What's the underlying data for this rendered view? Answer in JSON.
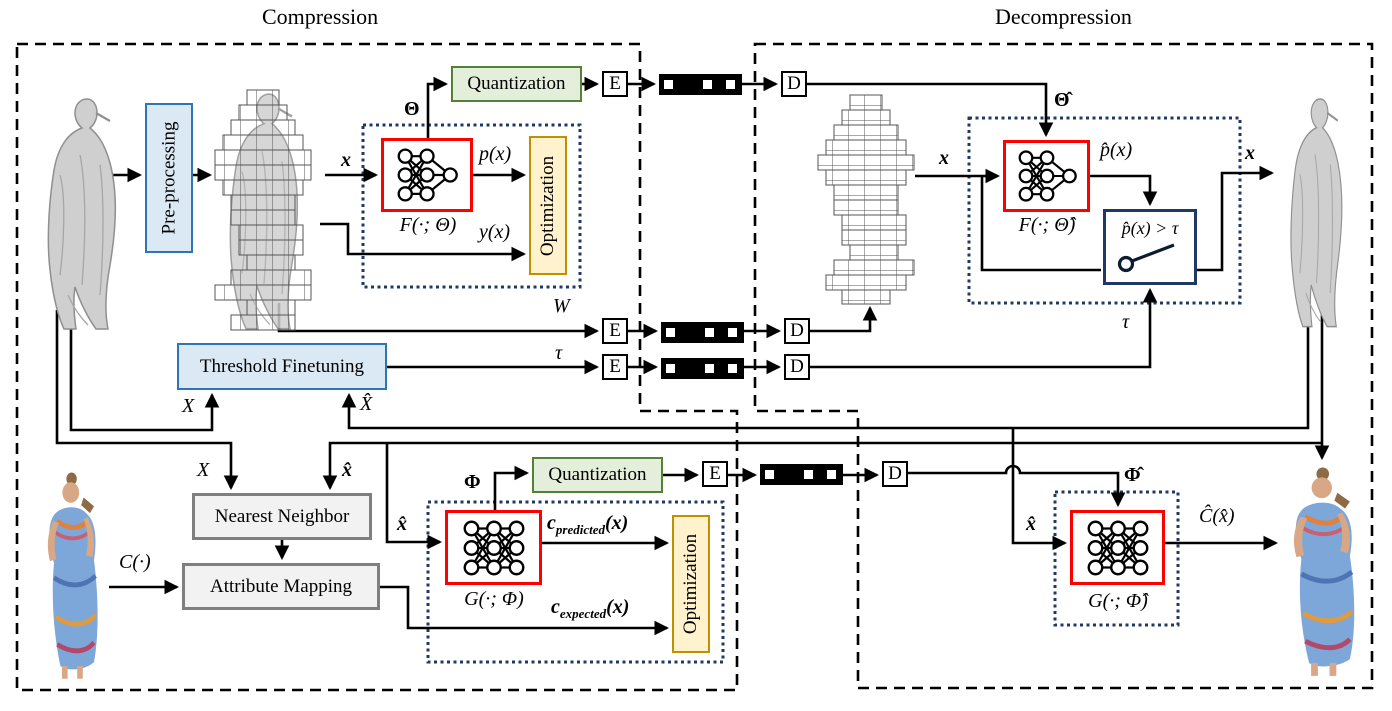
{
  "titles": {
    "compression": "Compression",
    "decompression": "Decompression"
  },
  "colors": {
    "accent_blue": "#2e75b6",
    "fill_blue": "#dbe9f5",
    "accent_green": "#548235",
    "fill_green": "#e3efda",
    "accent_gold": "#bf9000",
    "fill_gold": "#fff2cc",
    "accent_red": "#ff0000",
    "accent_navy": "#1f3864",
    "box_gray_border": "#7f7f7f",
    "box_gray_fill": "#f2f2f2",
    "line_black": "#000000"
  },
  "boxes": {
    "preprocessing": "Pre-processing",
    "quantization_geometry": "Quantization",
    "quantization_attribute": "Quantization",
    "optimization_geometry": "Optimization",
    "optimization_attribute": "Optimization",
    "threshold_finetuning": "Threshold Finetuning",
    "nearest_neighbor": "Nearest Neighbor",
    "attribute_mapping": "Attribute Mapping",
    "switch_condition": "p̂(x) > τ",
    "encoder": "E",
    "decoder": "D"
  },
  "network_labels": {
    "f_theta": "F(·; Θ)",
    "f_theta_hat": "F(·; Θ̂)",
    "g_phi": "G(·; Φ)",
    "g_phi_hat": "G(·; Φ̂)"
  },
  "signal_labels": {
    "x_geom_enc": "x",
    "x_geom_dec": "x",
    "x_geom_out": "x",
    "theta": "Θ",
    "theta_hat": "Θ̂",
    "phi": "Φ",
    "phi_hat": "Φ̂",
    "p_x": "p(x)",
    "y_x": "y(x)",
    "p_hat_x": "p̂(x)",
    "tau_encoder": "τ",
    "tau_decoder": "τ",
    "W": "W",
    "X_threshold": "X",
    "X_hat_threshold": "X̂",
    "X_nearest_neighbor": "X",
    "x_hat_nearest_neighbor": "x̂",
    "x_hat_g_input": "x̂",
    "x_hat_g_hat_input": "x̂",
    "C_input": "C(·)",
    "C_hat_output": "Ĉ(x̂)",
    "c_predicted": {
      "base": "c",
      "sub": "predicted",
      "arg": "(x)"
    },
    "c_expected": {
      "base": "c",
      "sub": "expected",
      "arg": "(x)"
    }
  },
  "icons": {
    "neural_network": "neural-network-icon",
    "switch": "switch-icon",
    "bitstream": "bitstream-icon"
  },
  "images": {
    "statue_original": "original point cloud statue",
    "statue_voxelized": "voxelized point cloud statue",
    "voxel_grid_decoded": "decoded voxel grid",
    "statue_reconstructed": "reconstructed point cloud statue",
    "woman_colored_original": "original colored point cloud",
    "woman_colored_reconstructed": "reconstructed colored point cloud"
  }
}
